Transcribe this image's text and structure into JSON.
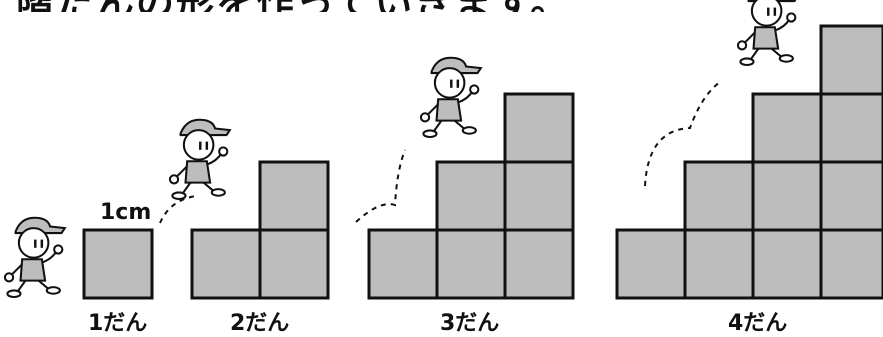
{
  "header": {
    "title": "階だんの形を作っていきます。"
  },
  "unit_label": "1cm",
  "figures": [
    {
      "label": "1だん",
      "steps": 1
    },
    {
      "label": "2だん",
      "steps": 2
    },
    {
      "label": "3だん",
      "steps": 3
    },
    {
      "label": "4だん",
      "steps": 4
    }
  ],
  "colors": {
    "square_fill": "#bdbdbd",
    "outline": "#111111"
  },
  "icons": [
    "runner-figure-icon",
    "jump-path-icon"
  ]
}
